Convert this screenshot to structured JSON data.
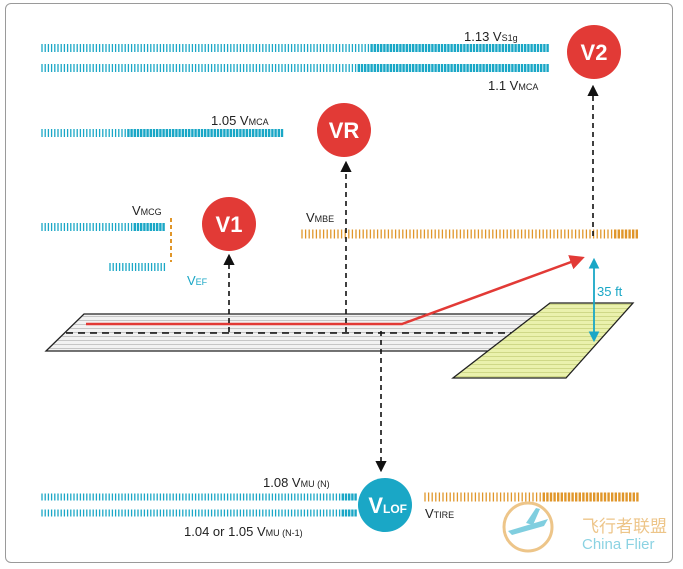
{
  "speeds": {
    "v1": "V1",
    "vr": "VR",
    "v2": "V2",
    "vlof_main": "V",
    "vlof_sub": "LOF"
  },
  "labels": {
    "vs1g_main": "1.13 V",
    "vs1g_sub": "S1g",
    "vmca11_main": "1.1 V",
    "vmca11_sub": "MCA",
    "vmca105_main": "1.05 V",
    "vmca105_sub": "MCA",
    "vmcg_main": "V",
    "vmcg_sub": "MCG",
    "vef_main": "V",
    "vef_sub": "EF",
    "vmbe_main": "V",
    "vmbe_sub": "MBE",
    "height_35ft": "35 ft",
    "vmu_n_main": "1.08 V",
    "vmu_n_sub": "MU (N)",
    "vmu_n1_main": "1.04 or 1.05 V",
    "vmu_n1_sub": "MU (N-1)",
    "vtire_main": "V",
    "vtire_sub": "TIRE"
  },
  "watermark": {
    "text": "飞行者联盟",
    "text2": "China Flier"
  },
  "colors": {
    "cyan": "#1aa7c6",
    "orange": "#e0962a",
    "red": "#e23a36",
    "green_area": "#e8f0a8"
  }
}
